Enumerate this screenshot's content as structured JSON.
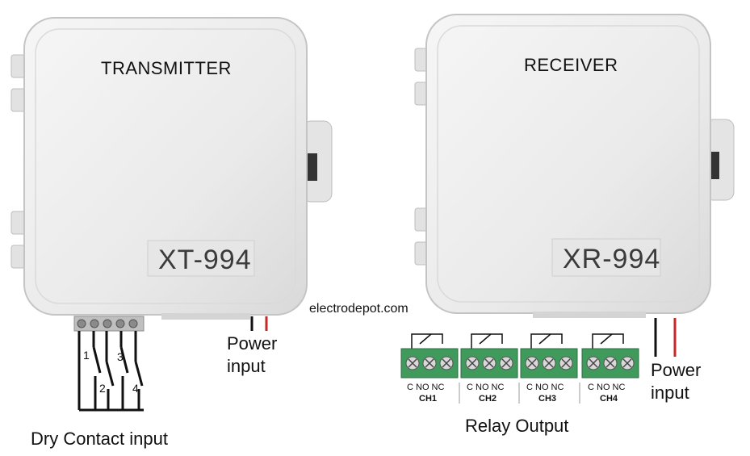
{
  "transmitter": {
    "title": "TRANSMITTER",
    "model": "XT-994"
  },
  "receiver": {
    "title": "RECEIVER",
    "model": "XR-994"
  },
  "watermark": "electrodepot.com",
  "transmitter_power": {
    "line1": "Power",
    "line2": "input"
  },
  "receiver_power": {
    "line1": "Power",
    "line2": "input"
  },
  "dry_contact": {
    "caption": "Dry Contact input",
    "switch_numbers": [
      "1",
      "2",
      "3",
      "4"
    ]
  },
  "relay_output": {
    "caption": "Relay Output",
    "terminal_labels": "C NO NC",
    "channels": [
      "CH1",
      "CH2",
      "CH3",
      "CH4"
    ]
  },
  "colors": {
    "enclosure": "#ebebeb",
    "enclosure_edge": "#c9c9c9",
    "terminal_green": "#3f9a5c",
    "wire_black": "#111111",
    "wire_red": "#c62828"
  }
}
